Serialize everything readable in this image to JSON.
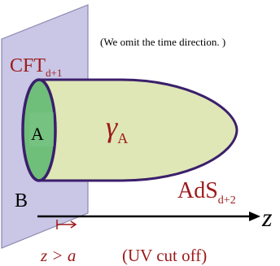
{
  "note": "(We omit the  time  direction. )",
  "cft": {
    "base": "CFT",
    "sub": "d+1"
  },
  "region_a": "A",
  "region_b": "B",
  "gamma": {
    "base": "γ",
    "sub": "A"
  },
  "ads": {
    "base": "AdS",
    "sub": "d+2"
  },
  "axis_label": "z",
  "cutoff": {
    "condition": "z > a",
    "label": "(UV cut off)"
  },
  "colors": {
    "plane_fill": "#c9c6e6",
    "plane_stroke": "#8a86b0",
    "tube_fill": "#dfe7b6",
    "region_a_fill": "#6fbf7a",
    "outline": "#3b1f6b",
    "accent": "#9c1a1a",
    "text": "#000000"
  }
}
